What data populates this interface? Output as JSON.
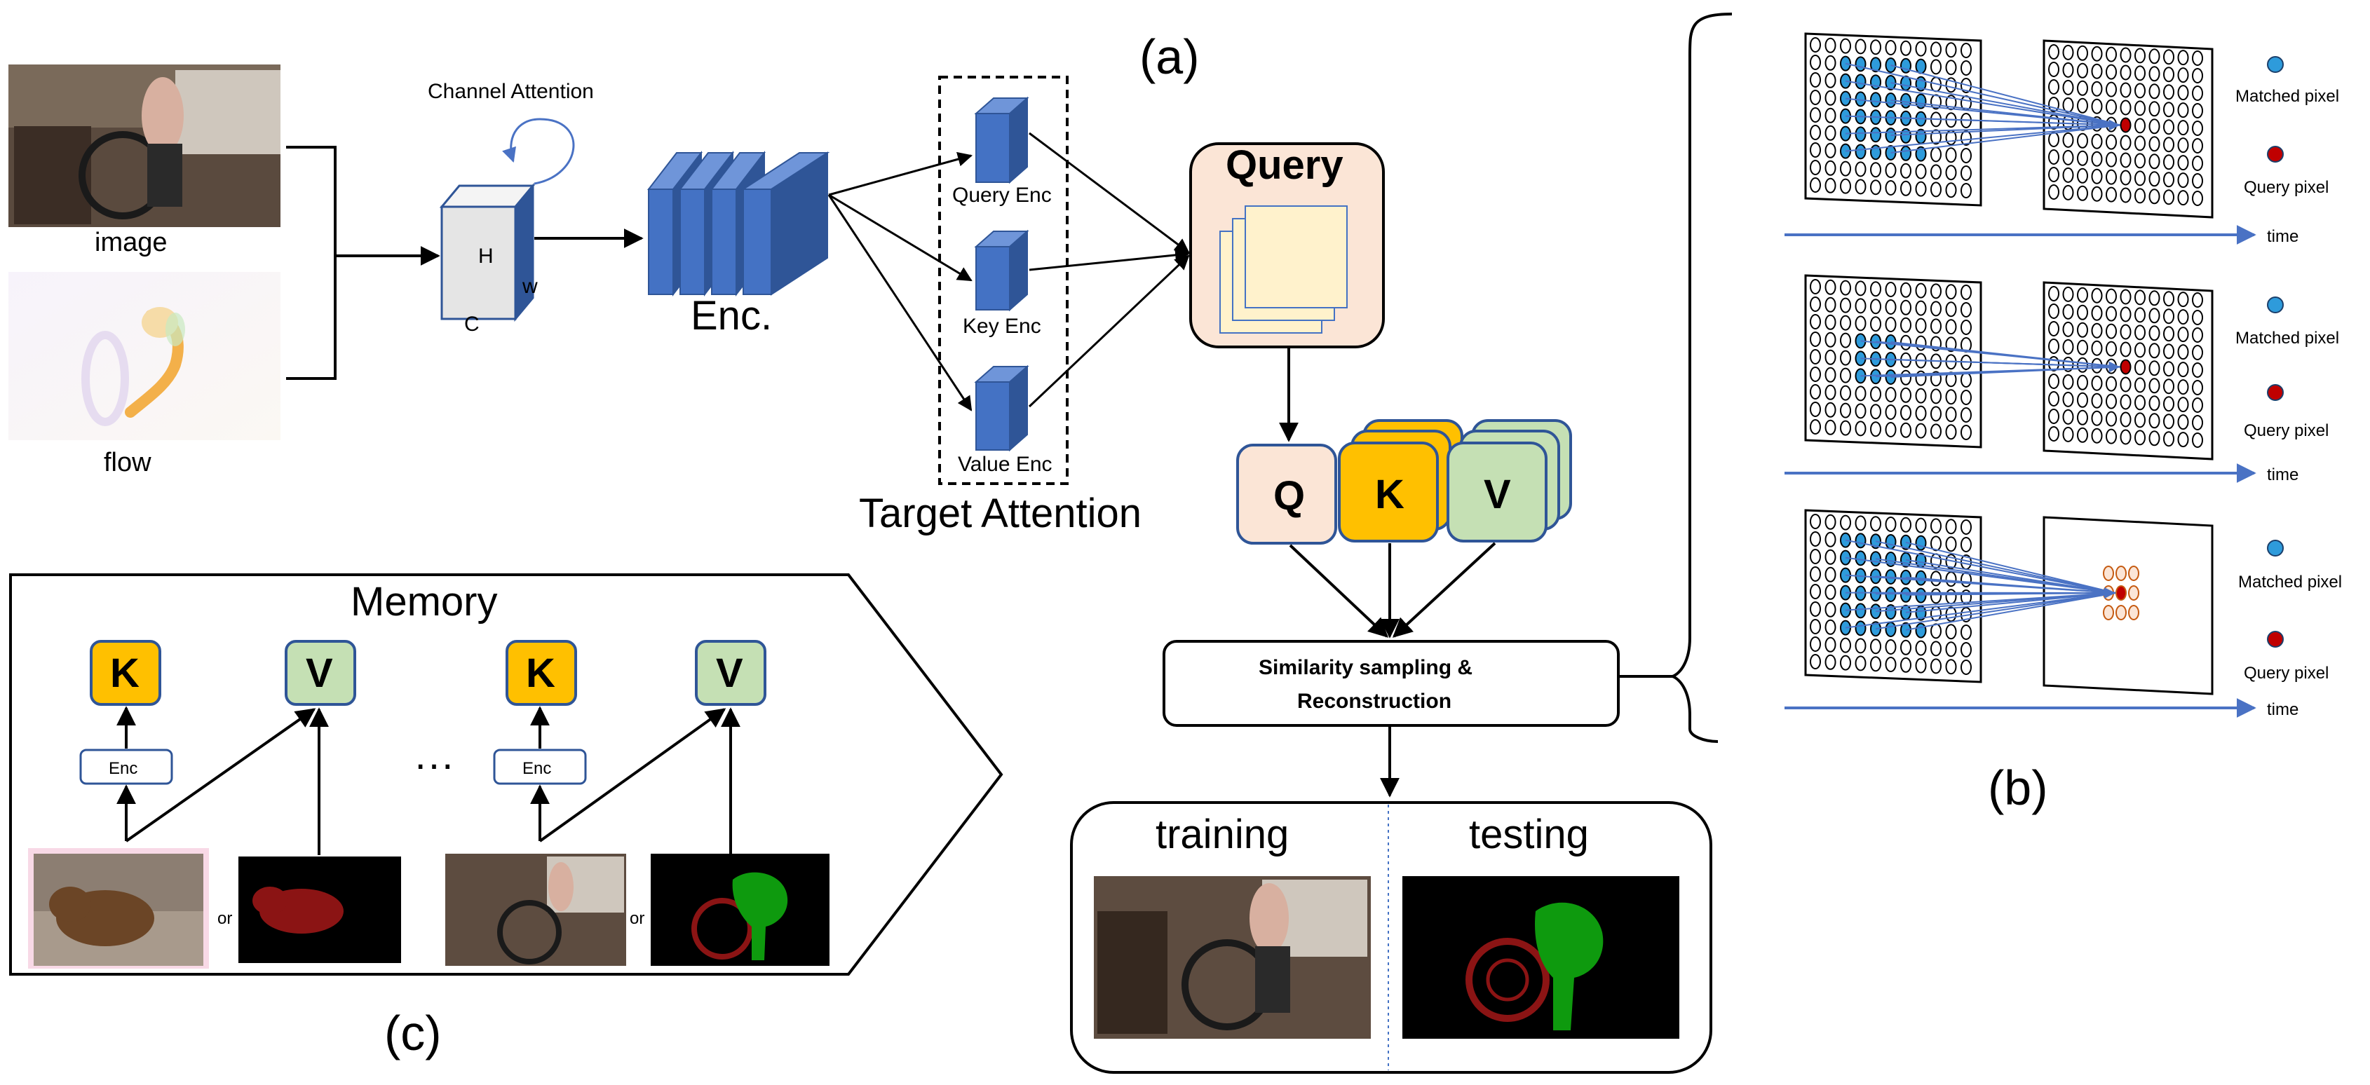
{
  "panels": {
    "a": "(a)",
    "b": "(b)",
    "c": "(c)"
  },
  "inputs": {
    "image": "image",
    "flow": "flow"
  },
  "channel_attention": {
    "title": "Channel Attention",
    "h": "H",
    "w": "w",
    "c": "C"
  },
  "encoder": {
    "label": "Enc."
  },
  "target_attention": {
    "title": "Target Attention",
    "query_enc": "Query Enc",
    "key_enc": "Key Enc",
    "value_enc": "Value Enc"
  },
  "query_box": {
    "title": "Query"
  },
  "qkv": {
    "q": "Q",
    "k": "K",
    "v": "V"
  },
  "similarity": {
    "line1": "Similarity sampling &",
    "line2": "Reconstruction"
  },
  "output": {
    "training": "training",
    "testing": "testing"
  },
  "memory": {
    "title": "Memory",
    "k": "K",
    "v": "V",
    "enc": "Enc",
    "ellipsis": "···",
    "or": "or"
  },
  "sampling": {
    "matched": "Matched pixel",
    "query": "Query pixel",
    "time": "time"
  },
  "colors": {
    "enc_blue": "#4472C4",
    "enc_blue_dark": "#2F5597",
    "peach": "#FBE5D6",
    "gold": "#FFC000",
    "green": "#C5E0B4",
    "cream": "#FFF2CC",
    "dot_blue": "#2E9BDB",
    "dot_red": "#C00000",
    "arrow_blue": "#4A72C4",
    "mask_red": "#8B1414",
    "mask_green": "#0E9A0E"
  }
}
